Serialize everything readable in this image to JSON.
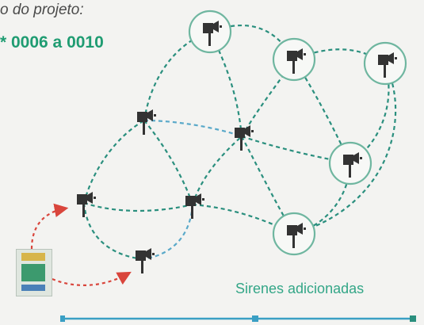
{
  "caption": {
    "line1": "o do projeto:",
    "line2": "* 0006 a 0010"
  },
  "added_label": "Sirenes adicionadas",
  "colors": {
    "accent": "#1f9c72",
    "link_teal": "#2a8f7e",
    "link_blue": "#5aa9c9",
    "arrow_red": "#d9453c",
    "node_ring": "#6fb6a0",
    "icon": "#333333"
  },
  "icons": {
    "siren": "siren-speaker-icon",
    "logo": "organization-logo"
  },
  "nodes": [
    {
      "id": "n1",
      "type": "added"
    },
    {
      "id": "n2",
      "type": "added"
    },
    {
      "id": "n3",
      "type": "added"
    },
    {
      "id": "n4",
      "type": "added"
    },
    {
      "id": "n5",
      "type": "added"
    },
    {
      "id": "e1",
      "type": "existing"
    },
    {
      "id": "e2",
      "type": "existing"
    },
    {
      "id": "e3",
      "type": "existing"
    },
    {
      "id": "e4",
      "type": "existing"
    },
    {
      "id": "e5",
      "type": "existing"
    }
  ]
}
